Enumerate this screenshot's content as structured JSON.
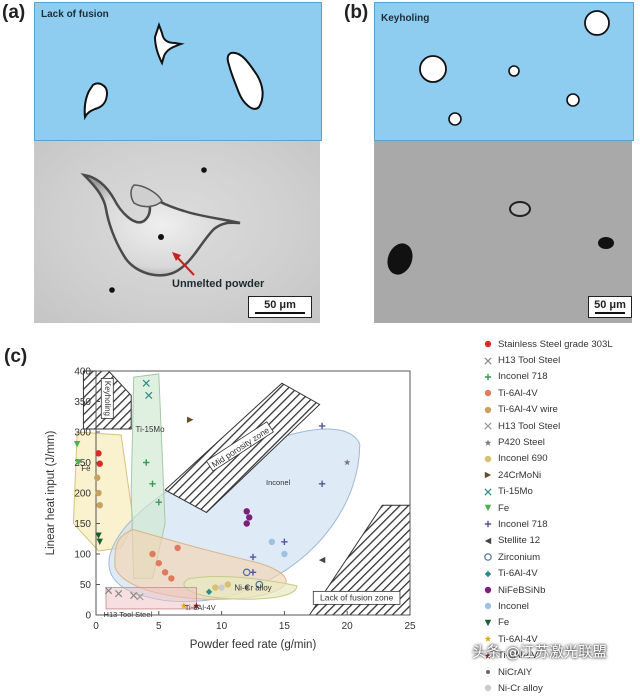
{
  "panel_a": {
    "letter": "(a)",
    "label": "Lack of fusion",
    "annotation": "Unmelted powder",
    "scalebar": "50 μm"
  },
  "panel_b": {
    "letter": "(b)",
    "label": "Keyholing",
    "scalebar": "50 μm"
  },
  "panel_c": {
    "letter": "(c)"
  },
  "chart_data": {
    "type": "scatter",
    "xlabel": "Powder feed rate (g/min)",
    "ylabel": "Linear heat input (J/mm)",
    "xlim": [
      0,
      25
    ],
    "ylim": [
      0,
      400
    ],
    "xticks": [
      "0",
      "5",
      "10",
      "15",
      "20",
      "25"
    ],
    "yticks": [
      "0",
      "50",
      "100",
      "150",
      "200",
      "250",
      "300",
      "350",
      "400"
    ],
    "regions": {
      "keyholing": "Keyholing",
      "mid_porosity": "Mid porosity zone",
      "lack_of_fusion": "Lack of fusion zone",
      "ti15mo": "Ti-15Mo",
      "fe": "Fe",
      "inconel": "Inconel",
      "nicr": "Ni-Cr alloy",
      "ti64": "Ti-6Al-4V",
      "h13": "H13 Tool Steel"
    },
    "series": [
      {
        "name": "Stainless Steel grade 303L",
        "color": "#d92b2b",
        "marker": "circle",
        "points": [
          [
            0.2,
            265
          ],
          [
            0.3,
            248
          ]
        ]
      },
      {
        "name": "H13 Tool Steel",
        "color": "#888888",
        "marker": "x",
        "points": [
          [
            1,
            40
          ],
          [
            1.8,
            35
          ],
          [
            3,
            32
          ]
        ]
      },
      {
        "name": "Inconel 718",
        "color": "#3a9a5a",
        "marker": "plus",
        "points": [
          [
            4,
            250
          ],
          [
            4.5,
            215
          ],
          [
            5,
            185
          ]
        ]
      },
      {
        "name": "Ti-6Al-4V",
        "color": "#e07a5f",
        "marker": "circle",
        "points": [
          [
            4.5,
            100
          ],
          [
            5,
            85
          ],
          [
            5.5,
            70
          ],
          [
            6,
            60
          ],
          [
            6.5,
            110
          ]
        ]
      },
      {
        "name": "Ti-6Al-4V wire",
        "color": "#c8a060",
        "marker": "circle",
        "points": [
          [
            0.1,
            225
          ],
          [
            0.2,
            200
          ],
          [
            0.3,
            180
          ]
        ]
      },
      {
        "name": "H13 Tool Steel",
        "color": "#9a9a9a",
        "marker": "x",
        "points": [
          [
            3.5,
            30
          ]
        ]
      },
      {
        "name": "P420 Steel",
        "color": "#7a7a7a",
        "marker": "star",
        "points": [
          [
            20,
            250
          ]
        ]
      },
      {
        "name": "Inconel 690",
        "color": "#d9c070",
        "marker": "circle",
        "points": [
          [
            9.5,
            45
          ],
          [
            10.5,
            50
          ]
        ]
      },
      {
        "name": "24CrMoNi",
        "color": "#6b4a2a",
        "marker": "triangle-right",
        "points": [
          [
            7.5,
            320
          ]
        ]
      },
      {
        "name": "Ti-15Mo",
        "color": "#2d8a8a",
        "marker": "x",
        "points": [
          [
            4,
            380
          ],
          [
            4.2,
            360
          ]
        ]
      },
      {
        "name": "Fe",
        "color": "#4caf50",
        "marker": "triangle-down",
        "points": [
          [
            -1.5,
            280
          ],
          [
            -1.4,
            250
          ]
        ]
      },
      {
        "name": "Inconel 718",
        "color": "#555599",
        "marker": "plus",
        "points": [
          [
            18,
            310
          ],
          [
            18,
            215
          ],
          [
            15,
            120
          ],
          [
            12.5,
            95
          ],
          [
            12.5,
            70
          ]
        ]
      },
      {
        "name": "Stellite 12",
        "color": "#444444",
        "marker": "triangle-left",
        "points": [
          [
            18,
            90
          ]
        ]
      },
      {
        "name": "Zirconium",
        "color": "#4a6fa5",
        "marker": "circle-open",
        "points": [
          [
            12,
            70
          ],
          [
            13,
            50
          ]
        ]
      },
      {
        "name": "Ti-6Al-4V",
        "color": "#2a8c8c",
        "marker": "diamond",
        "points": [
          [
            9,
            38
          ]
        ]
      },
      {
        "name": "NiFeBSiNb",
        "color": "#7b1f7b",
        "marker": "circle",
        "points": [
          [
            12,
            170
          ],
          [
            12.2,
            160
          ],
          [
            12,
            150
          ]
        ]
      },
      {
        "name": "Inconel",
        "color": "#9ec1e0",
        "marker": "circle",
        "points": [
          [
            14,
            120
          ],
          [
            15,
            100
          ]
        ]
      },
      {
        "name": "Fe",
        "color": "#1e5e2e",
        "marker": "triangle-down",
        "points": [
          [
            0.2,
            130
          ],
          [
            0.3,
            120
          ]
        ]
      },
      {
        "name": "Ti-6Al-4V",
        "color": "#e6a600",
        "marker": "star",
        "points": [
          [
            7,
            15
          ]
        ]
      },
      {
        "name": "Ti-6Al-4V",
        "color": "#8b1a1a",
        "marker": "star",
        "points": [
          [
            8,
            15
          ]
        ]
      },
      {
        "name": "NiCrAlY",
        "color": "#666666",
        "marker": "dot",
        "points": [
          [
            12,
            45
          ]
        ]
      },
      {
        "name": "Ni-Cr alloy",
        "color": "#cccccc",
        "marker": "circle",
        "points": [
          [
            10,
            45
          ]
        ]
      }
    ]
  },
  "legend_labels": [
    "Stainless Steel grade 303L",
    "H13 Tool Steel",
    "Inconel 718",
    "Ti-6Al-4V",
    "Ti-6Al-4V wire",
    "H13 Tool Steel",
    "P420 Steel",
    "Inconel 690",
    "24CrMoNi",
    "Ti-15Mo",
    "Fe",
    "Inconel 718",
    "Stellite 12",
    "Zirconium",
    "Ti-6Al-4V",
    "NiFeBSiNb",
    "Inconel",
    "Fe",
    "Ti-6Al-4V",
    "Ti-6Al-4V",
    "NiCrAlY",
    "Ni-Cr alloy"
  ],
  "watermark": "头条 @江苏激光联盟"
}
